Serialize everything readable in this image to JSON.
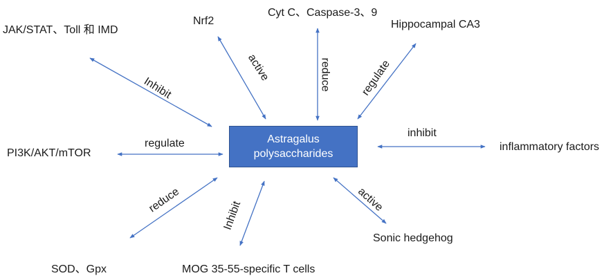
{
  "center": {
    "line1": "Astragalus",
    "line2": "polysaccharides"
  },
  "nodes": {
    "jak": "JAK/STAT、Toll 和 IMD",
    "nrf2": "Nrf2",
    "cytc": "Cyt C、Caspase-3、9",
    "hippo": "Hippocampal CA3",
    "pi3k": "PI3K/AKT/mTOR",
    "inflam": "inflammatory factors",
    "sod": "SOD、Gpx",
    "mog": "MOG 35-55-specific T cells",
    "sonic": "Sonic hedgehog"
  },
  "edge_labels": {
    "jak": "Inhibit",
    "nrf2": "active",
    "cytc": "reduce",
    "hippo": "regulate",
    "pi3k": "regulate",
    "inflam": "inhibit",
    "sod": "reduce",
    "mog": "Inhibit",
    "sonic": "active"
  },
  "colors": {
    "box": "#4472c4",
    "arrow": "#4472c4",
    "text": "#1a1a1a"
  }
}
